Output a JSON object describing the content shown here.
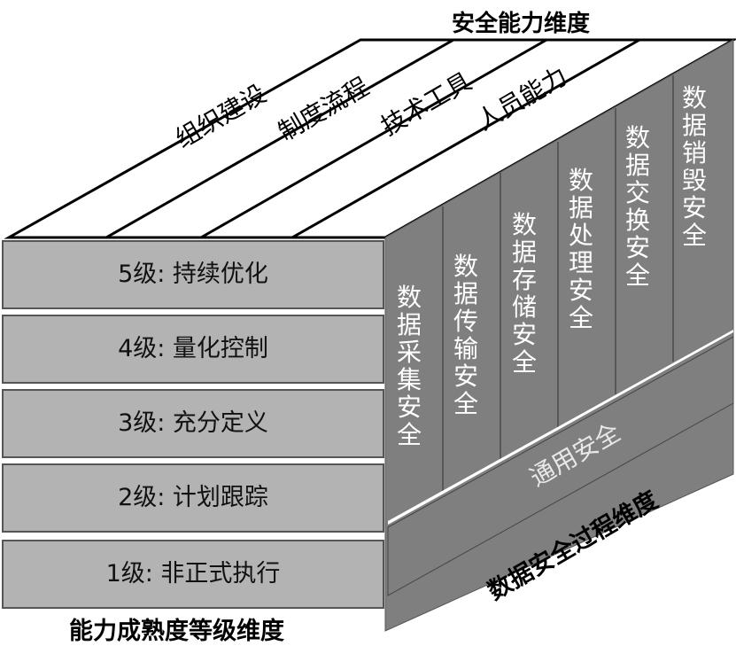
{
  "titles": {
    "capability_dimension": "安全能力维度",
    "maturity_dimension": "能力成熟度等级维度",
    "process_dimension": "数据安全过程维度"
  },
  "capabilities": [
    "组织建设",
    "制度流程",
    "技术工具",
    "人员能力"
  ],
  "levels": [
    {
      "label": "5级: 持续优化"
    },
    {
      "label": "4级: 量化控制"
    },
    {
      "label": "3级: 充分定义"
    },
    {
      "label": "2级: 计划跟踪"
    },
    {
      "label": "1级: 非正式执行"
    }
  ],
  "processes": [
    "数据采集安全",
    "数据传输安全",
    "数据存储安全",
    "数据处理安全",
    "数据交换安全",
    "数据销毁安全"
  ],
  "general": "通用安全",
  "colors": {
    "front_fill": "#b3b3b3",
    "side_fill": "#7f7f7f",
    "top_fill": "#ffffff",
    "stroke": "#000000"
  }
}
